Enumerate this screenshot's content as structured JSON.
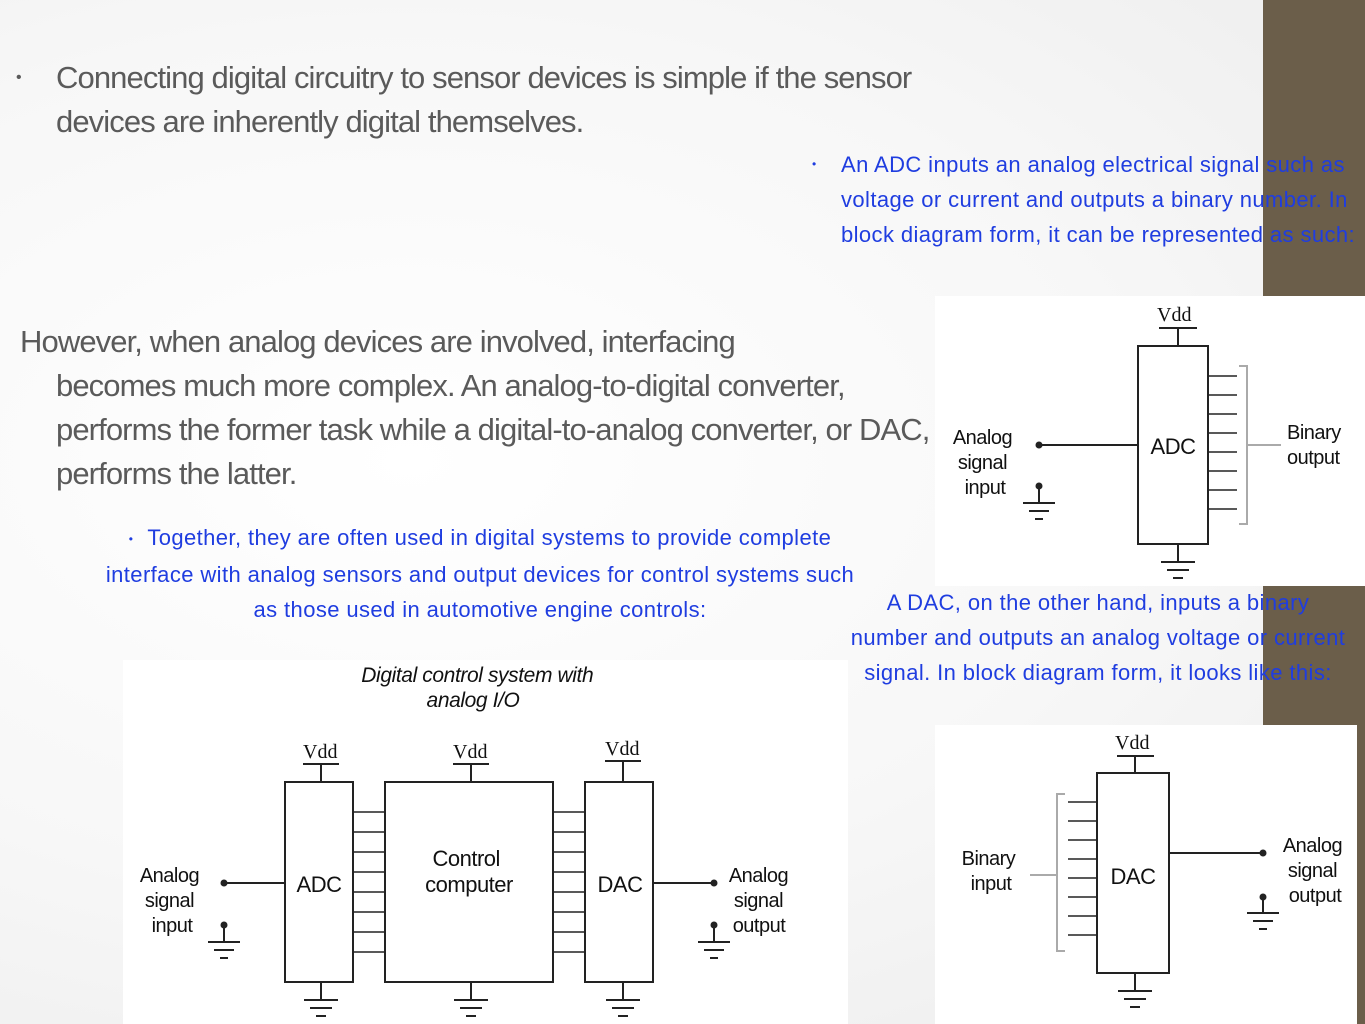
{
  "slide": {
    "bullet_main": "Connecting digital circuitry to sensor devices is simple if the sensor devices are inherently digital themselves.",
    "paragraph_first_line": "However, when analog devices are involved, interfacing",
    "paragraph_rest": "becomes much more complex. An analog-to-digital converter, performs the former task while a digital-to-analog converter, or DAC, performs the latter.",
    "adc_note": "An ADC inputs an analog electrical signal such as voltage or current and outputs a binary number. In block diagram form, it can be represented as such:",
    "together_note": "Together, they are often used in digital systems to provide complete interface with analog sensors and output devices for control systems such as those used in automotive engine controls:",
    "dac_note": "A DAC, on the other hand, inputs a binary number and outputs an analog voltage or current signal. In block diagram form, it looks like this:",
    "bullet_glyph": "•"
  },
  "adc_diagram": {
    "vdd": "Vdd",
    "block": "ADC",
    "input_label": [
      "Analog",
      "signal",
      "input"
    ],
    "output_label": [
      "Binary",
      "output"
    ]
  },
  "dac_diagram": {
    "vdd": "Vdd",
    "block": "DAC",
    "input_label": [
      "Binary",
      "input"
    ],
    "output_label": [
      "Analog",
      "signal",
      "output"
    ]
  },
  "system_diagram": {
    "title": [
      "Digital control system with",
      "analog I/O"
    ],
    "vdd": "Vdd",
    "adc": "ADC",
    "computer": [
      "Control",
      "computer"
    ],
    "dac": "DAC",
    "input_label": [
      "Analog",
      "signal",
      "input"
    ],
    "output_label": [
      "Analog",
      "signal",
      "output"
    ]
  },
  "colors": {
    "sidebar": "#6b5e4a",
    "body_text": "#5a5a5a",
    "note_text": "#1f3de0"
  }
}
